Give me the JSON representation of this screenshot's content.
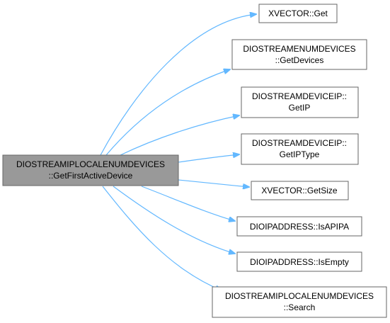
{
  "root": {
    "line1": "DIOSTREAMIPLOCALENUMDEVICES",
    "line2": "::GetFirstActiveDevice"
  },
  "callees": [
    {
      "line1": "XVECTOR::Get",
      "line2": ""
    },
    {
      "line1": "DIOSTREAMENUMDEVICES",
      "line2": "::GetDevices"
    },
    {
      "line1": "DIOSTREAMDEVICEIP::",
      "line2": "GetIP"
    },
    {
      "line1": "DIOSTREAMDEVICEIP::",
      "line2": "GetIPType"
    },
    {
      "line1": "XVECTOR::GetSize",
      "line2": ""
    },
    {
      "line1": "DIOIPADDRESS::IsAPIPA",
      "line2": ""
    },
    {
      "line1": "DIOIPADDRESS::IsEmpty",
      "line2": ""
    },
    {
      "line1": "DIOSTREAMIPLOCALENUMDEVICES",
      "line2": "::Search"
    }
  ],
  "colors": {
    "root_fill": "#999999",
    "node_border": "#666666",
    "edge": "#63b8ff"
  }
}
